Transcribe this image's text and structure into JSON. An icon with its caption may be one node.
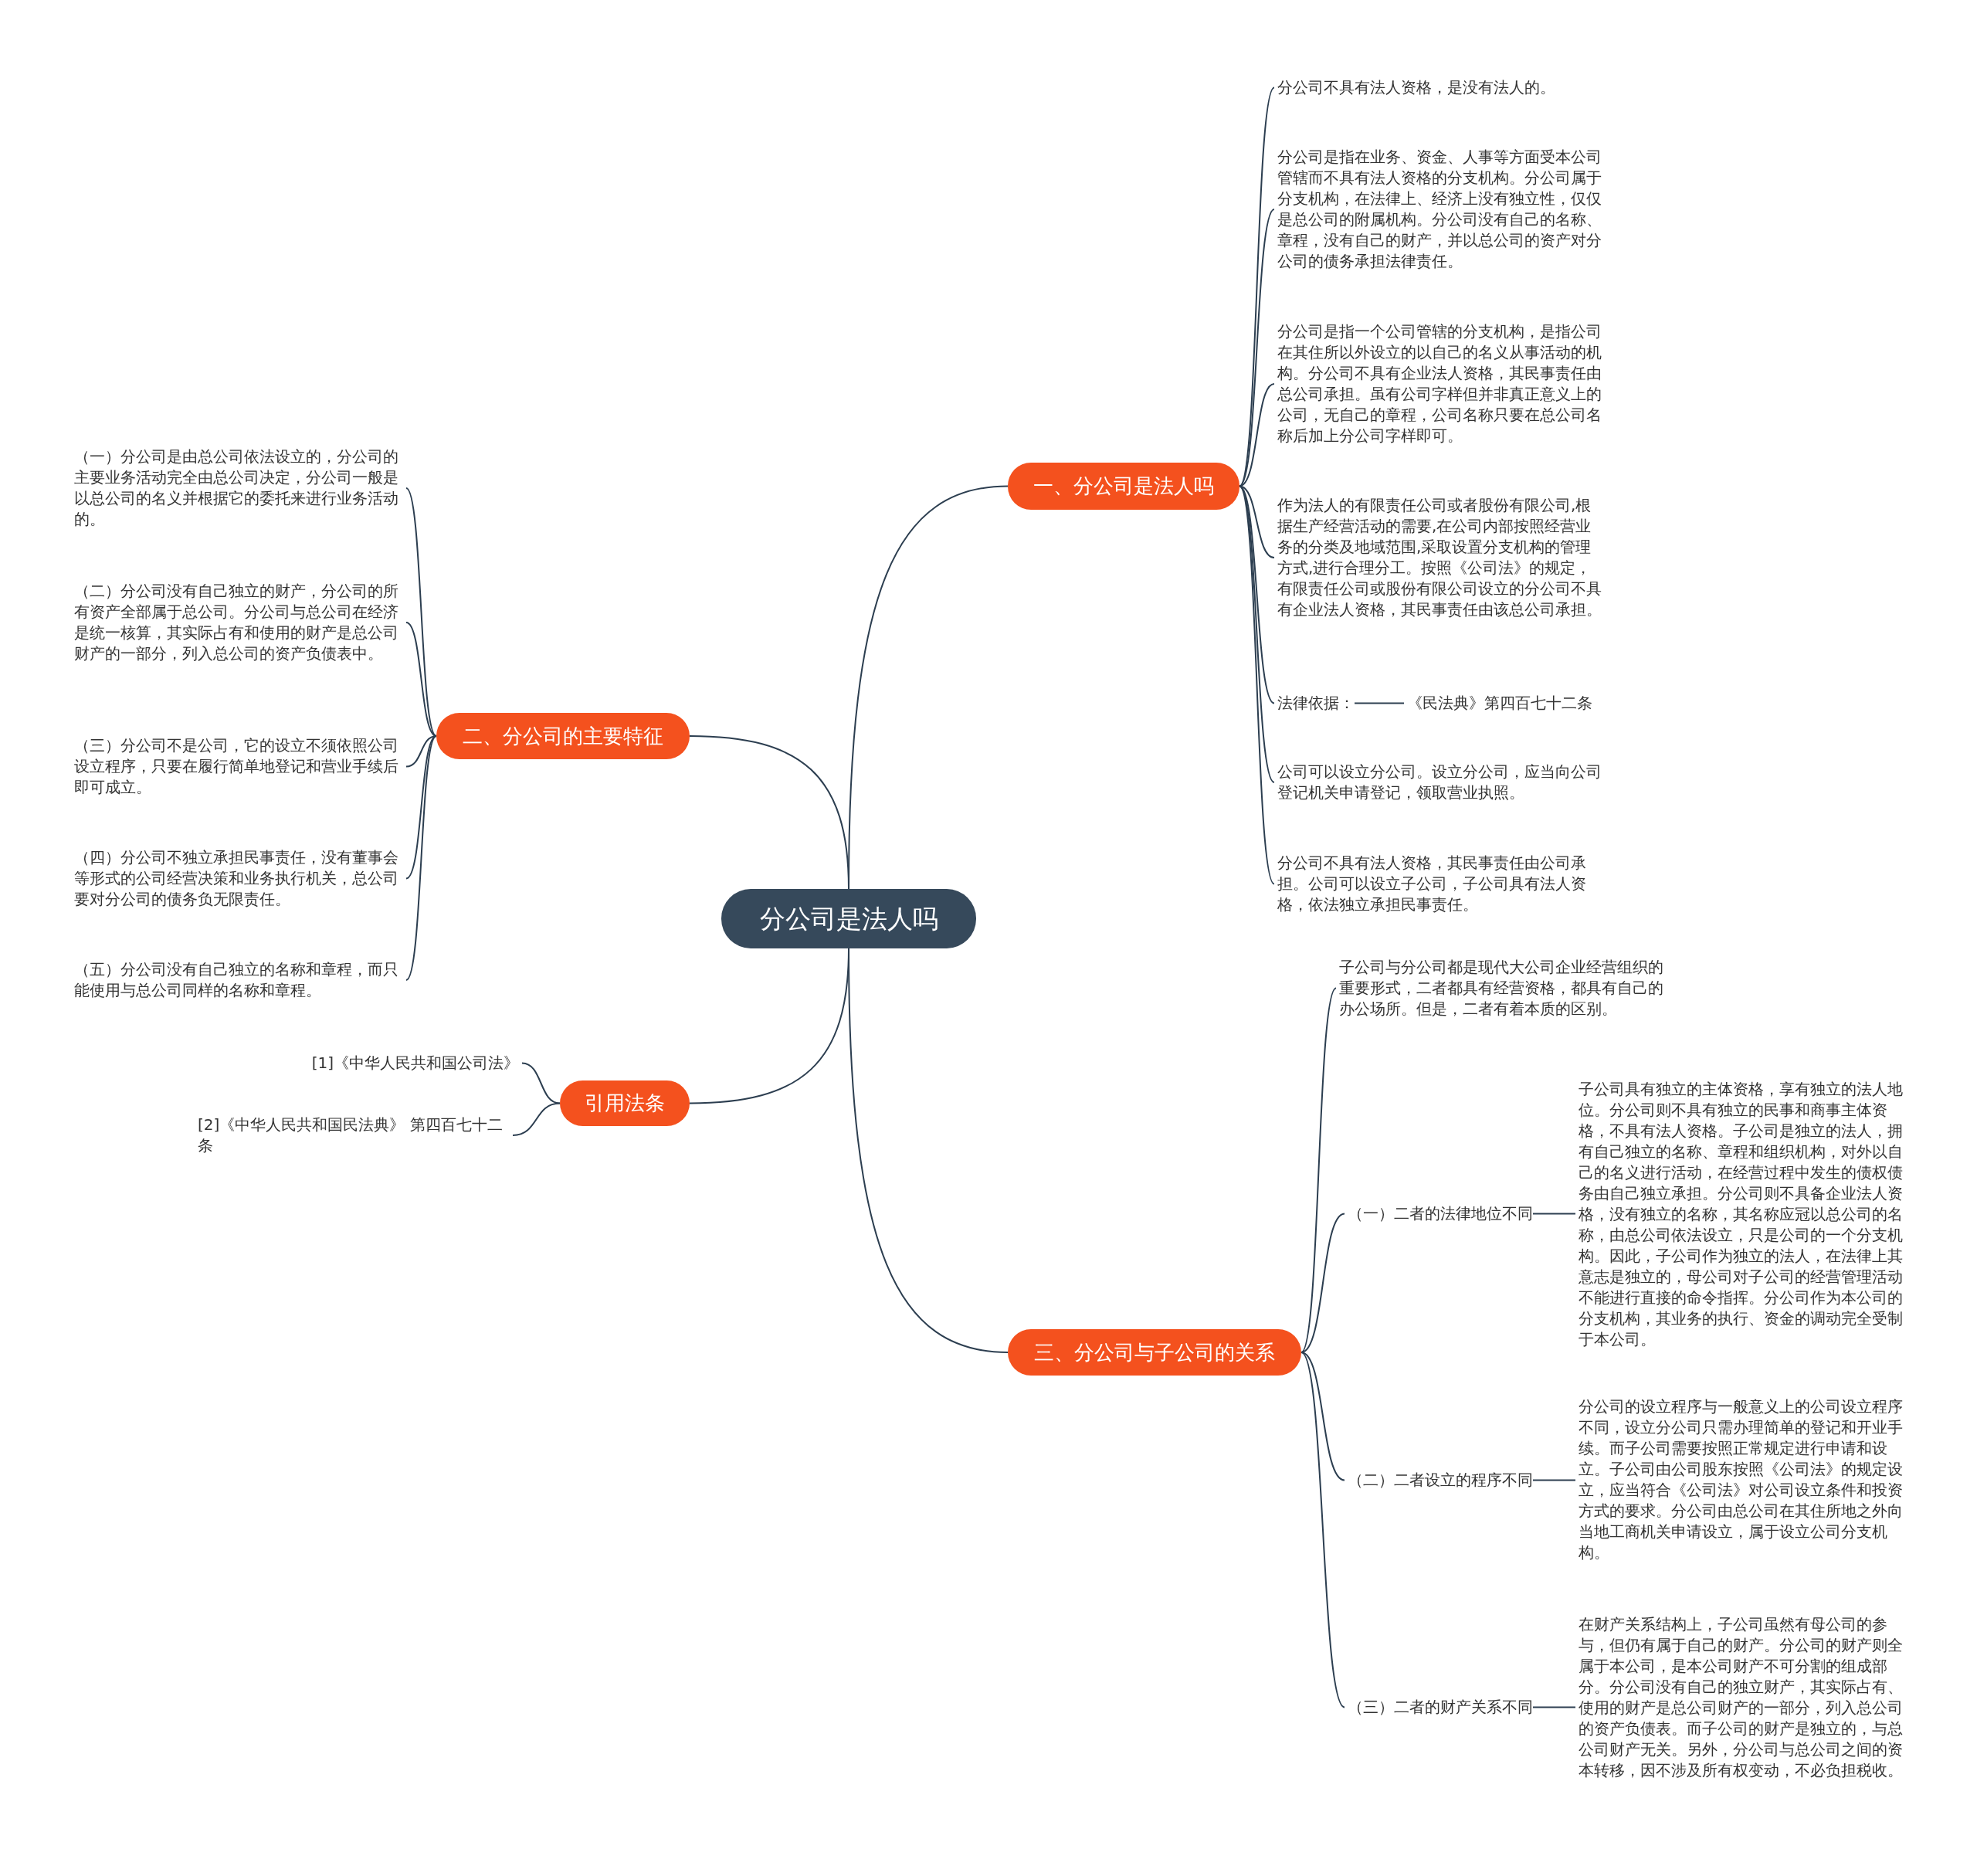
{
  "diagram": {
    "nodes": [
      {
        "text": [
          "分公司是法人吗"
        ]
      },
      {
        "text": [
          "一、分公司是法人吗"
        ]
      },
      {
        "text": [
          "分公司不具有法人资格，是没有法人的。"
        ]
      },
      {
        "text": [
          "分公司是指在业务、资金、人事等方面受本公司管辖而不具有法人资格的分支机构。分公司属于分支机构，在法律上、经济上没有独立性，仅仅是总公司的附属机构。分公司没有自己的名称、章程，没有自己的财产，并以总公司的资产对分公司的债务承担法律责任。"
        ]
      },
      {
        "text": [
          "分公司是指一个公司管辖的分支机构，是指公司在其住所以外设立的以自己的名义从事活动的机构。分公司不具有企业法人资格，其民事责任由总公司承担。虽有公司字样但并非真正意义上的公司，无自己的章程，公司名称只要在总公司名称后加上分公司字样即可。"
        ]
      },
      {
        "text": [
          "作为法人的有限责任公司或者股份有限公司,根据生产经营活动的需要,在公司内部按照经营业务的分类及地域范围,采取设置分支机构的管理方式,进行合理分工。按照《公司法》的规定，有限责任公司或股份有限公司设立的分公司不具有企业法人资格，其民事责任由该总公司承担。"
        ]
      },
      {
        "text": [
          "法律依据："
        ]
      },
      {
        "text": [
          "《民法典》第四百七十二条"
        ]
      },
      {
        "text": [
          "公司可以设立分公司。设立分公司，应当向公司登记机关申请登记，领取营业执照。"
        ]
      },
      {
        "text": [
          "分公司不具有法人资格，其民事责任由公司承担。公司可以设立子公司，子公司具有法人资格，依法独立承担民事责任。"
        ]
      },
      {
        "text": [
          "二、分公司的主要特征"
        ]
      },
      {
        "text": [
          "（一）分公司是由总公司依法设立的，分公司的主要业务活动完全由总公司决定，分公司一般是以总公司的名义并根据它的委托来进行业务活动的。"
        ]
      },
      {
        "text": [
          "（二）分公司没有自己独立的财产，分公司的所有资产全部属于总公司。分公司与总公司在经济是统一核算，其实际占有和使用的财产是总公司财产的一部分，列入总公司的资产负债表中。"
        ]
      },
      {
        "text": [
          "（三）分公司不是公司，它的设立不须依照公司设立程序，只要在履行简单地登记和营业手续后即可成立。"
        ]
      },
      {
        "text": [
          "（四）分公司不独立承担民事责任，没有董事会等形式的公司经营决策和业务执行机关，总公司要对分公司的债务负无限责任。"
        ]
      },
      {
        "text": [
          "（五）分公司没有自己独立的名称和章程，而只能使用与总公司同样的名称和章程。"
        ]
      },
      {
        "text": [
          "引用法条"
        ]
      },
      {
        "text": [
          "[1]《中华人民共和国公司法》"
        ]
      },
      {
        "text": [
          "[2]《中华人民共和国民法典》 第四百七十二条"
        ]
      },
      {
        "text": [
          "三、分公司与子公司的关系"
        ]
      },
      {
        "text": [
          "子公司与分公司都是现代大公司企业经营组织的重要形式，二者都具有经营资格，都具有自己的办公场所。但是，二者有着本质的区别。"
        ]
      },
      {
        "text": [
          "（一）二者的法律地位不同"
        ]
      },
      {
        "text": [
          "子公司具有独立的主体资格，享有独立的法人地位。分公司则不具有独立的民事和商事主体资格，不具有法人资格。子公司是独立的法人，拥有自己独立的名称、章程和组织机构，对外以自己的名义进行活动，在经营过程中发生的债权债务由自己独立承担。分公司则不具备企业法人资格，没有独立的名称，其名称应冠以总公司的名称，由总公司依法设立，只是公司的一个分支机构。因此，子公司作为独立的法人，在法律上其意志是独立的，母公司对子公司的经营管理活动不能进行直接的命令指挥。分公司作为本公司的分支机构，其业务的执行、资金的调动完全受制于本公司。"
        ]
      },
      {
        "text": [
          "（二）二者设立的程序不同"
        ]
      },
      {
        "text": [
          "分公司的设立程序与一般意义上的公司设立程序不同，设立分公司只需办理简单的登记和开业手续。而子公司需要按照正常规定进行申请和设立。子公司由公司股东按照《公司法》的规定设立，应当符合《公司法》对公司设立条件和投资方式的要求。分公司由总公司在其住所地之外向当地工商机关申请设立，属于设立公司分支机构。"
        ]
      },
      {
        "text": [
          "（三）二者的财产关系不同"
        ]
      },
      {
        "text": [
          "在财产关系结构上，子公司虽然有母公司的参与，但仍有属于自己的财产。分公司的财产则全属于本公司，是本公司财产不可分割的组成部分。分公司没有自己的独立财产，其实际占有、使用的财产是总公司财产的一部分，列入总公司的资产负债表。而子公司的财产是独立的，与总公司财产无关。另外，分公司与总公司之间的资本转移，因不涉及所有权变动，不必负担税收。"
        ]
      }
    ],
    "edges": [
      {
        "from": 0,
        "to": 1,
        "arrow": "none"
      },
      {
        "from": 1,
        "to": 2,
        "arrow": "none"
      },
      {
        "from": 1,
        "to": 3,
        "arrow": "none"
      },
      {
        "from": 1,
        "to": 4,
        "arrow": "none"
      },
      {
        "from": 1,
        "to": 5,
        "arrow": "none"
      },
      {
        "from": 1,
        "to": 6,
        "arrow": "none"
      },
      {
        "from": 6,
        "to": 7,
        "arrow": "none"
      },
      {
        "from": 1,
        "to": 8,
        "arrow": "none"
      },
      {
        "from": 1,
        "to": 9,
        "arrow": "none"
      },
      {
        "from": 0,
        "to": 10,
        "arrow": "none"
      },
      {
        "from": 10,
        "to": 11,
        "arrow": "none"
      },
      {
        "from": 10,
        "to": 12,
        "arrow": "none"
      },
      {
        "from": 10,
        "to": 13,
        "arrow": "none"
      },
      {
        "from": 10,
        "to": 14,
        "arrow": "none"
      },
      {
        "from": 10,
        "to": 15,
        "arrow": "none"
      },
      {
        "from": 0,
        "to": 16,
        "arrow": "none"
      },
      {
        "from": 16,
        "to": 17,
        "arrow": "none"
      },
      {
        "from": 16,
        "to": 18,
        "arrow": "none"
      },
      {
        "from": 0,
        "to": 19,
        "arrow": "none"
      },
      {
        "from": 19,
        "to": 20,
        "arrow": "none"
      },
      {
        "from": 19,
        "to": 21,
        "arrow": "none"
      },
      {
        "from": 21,
        "to": 22,
        "arrow": "none"
      },
      {
        "from": 19,
        "to": 23,
        "arrow": "none"
      },
      {
        "from": 23,
        "to": 24,
        "arrow": "none"
      },
      {
        "from": 19,
        "to": 25,
        "arrow": "none"
      },
      {
        "from": 25,
        "to": 26,
        "arrow": "none"
      }
    ]
  }
}
